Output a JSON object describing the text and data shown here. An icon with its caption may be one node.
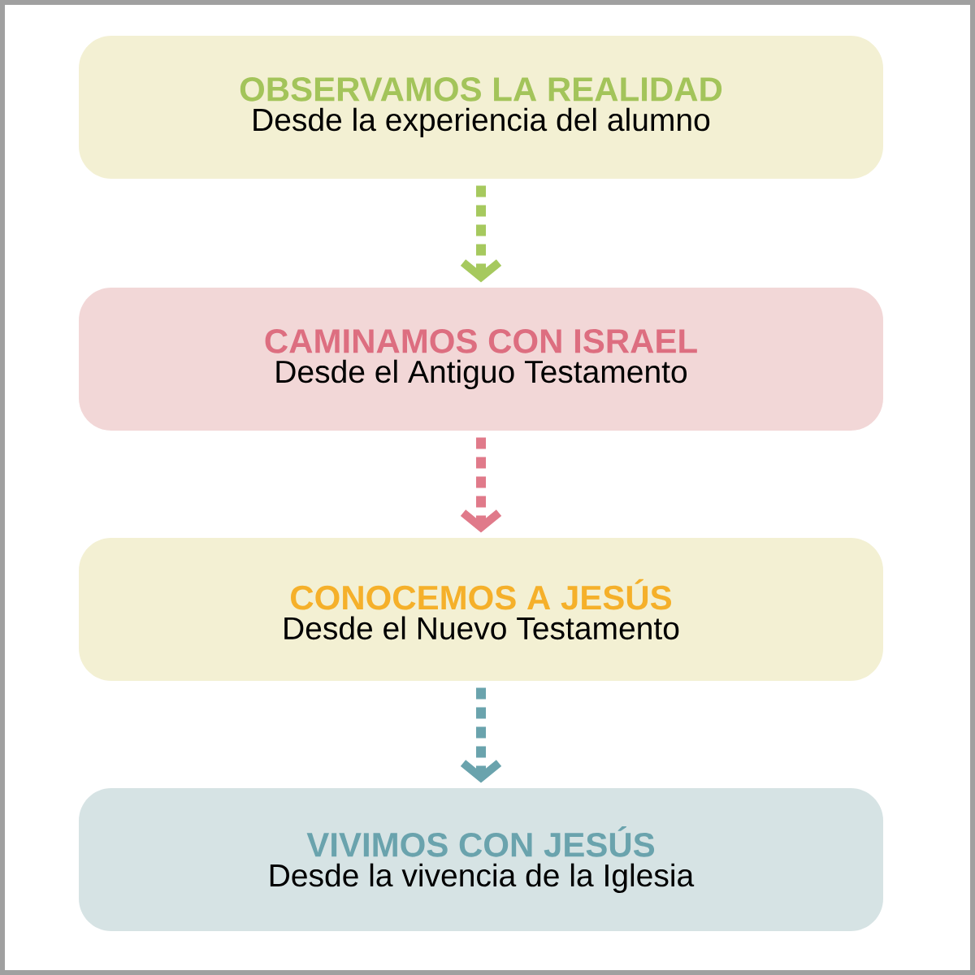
{
  "diagram": {
    "nodes": [
      {
        "text": [
          "OBSERVAMOS LA REALIDAD",
          "Desde la experiencia del alumno"
        ]
      },
      {
        "text": [
          "CAMINAMOS CON ISRAEL",
          "Desde el Antiguo Testamento"
        ]
      },
      {
        "text": [
          "CONOCEMOS A JESÚS",
          "Desde el Nuevo Testamento"
        ]
      },
      {
        "text": [
          "VIVIMOS CON JESÚS",
          "Desde la vivencia de la Iglesia"
        ]
      }
    ],
    "edges": [
      {
        "from": 0,
        "to": 1,
        "arrow": "to",
        "style": "dashed",
        "color": "#a6c95e"
      },
      {
        "from": 1,
        "to": 2,
        "arrow": "to",
        "style": "dashed",
        "color": "#e07a8a"
      },
      {
        "from": 2,
        "to": 3,
        "arrow": "to",
        "style": "dashed",
        "color": "#6aa3ad"
      }
    ]
  }
}
